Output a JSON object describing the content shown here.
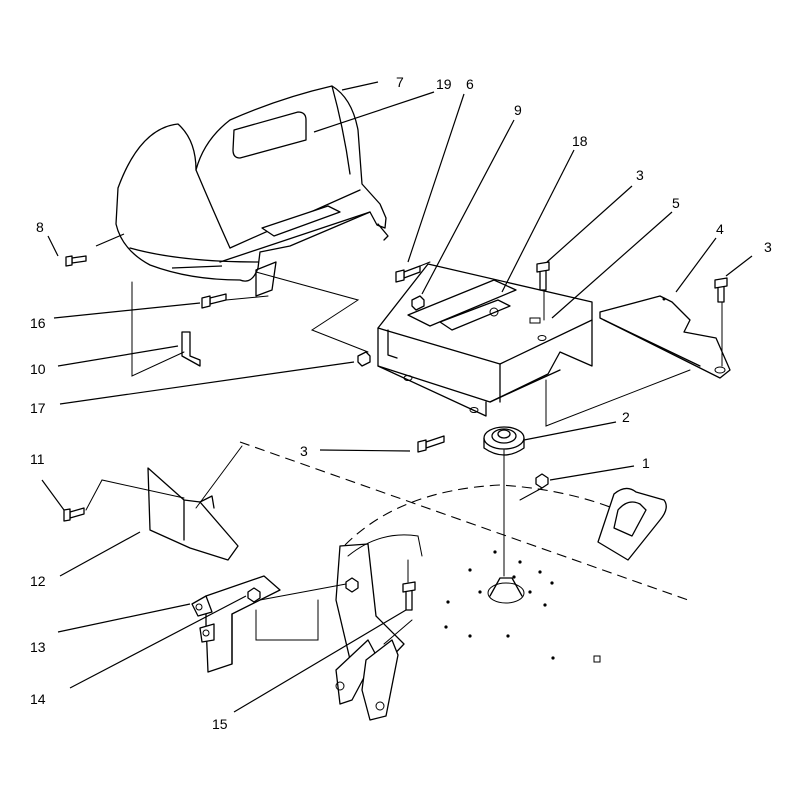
{
  "callouts": [
    "7",
    "19",
    "6",
    "9",
    "18",
    "3",
    "5",
    "4",
    "3",
    "8",
    "16",
    "10",
    "17",
    "3",
    "2",
    "1",
    "11",
    "12",
    "13",
    "14",
    "15"
  ]
}
